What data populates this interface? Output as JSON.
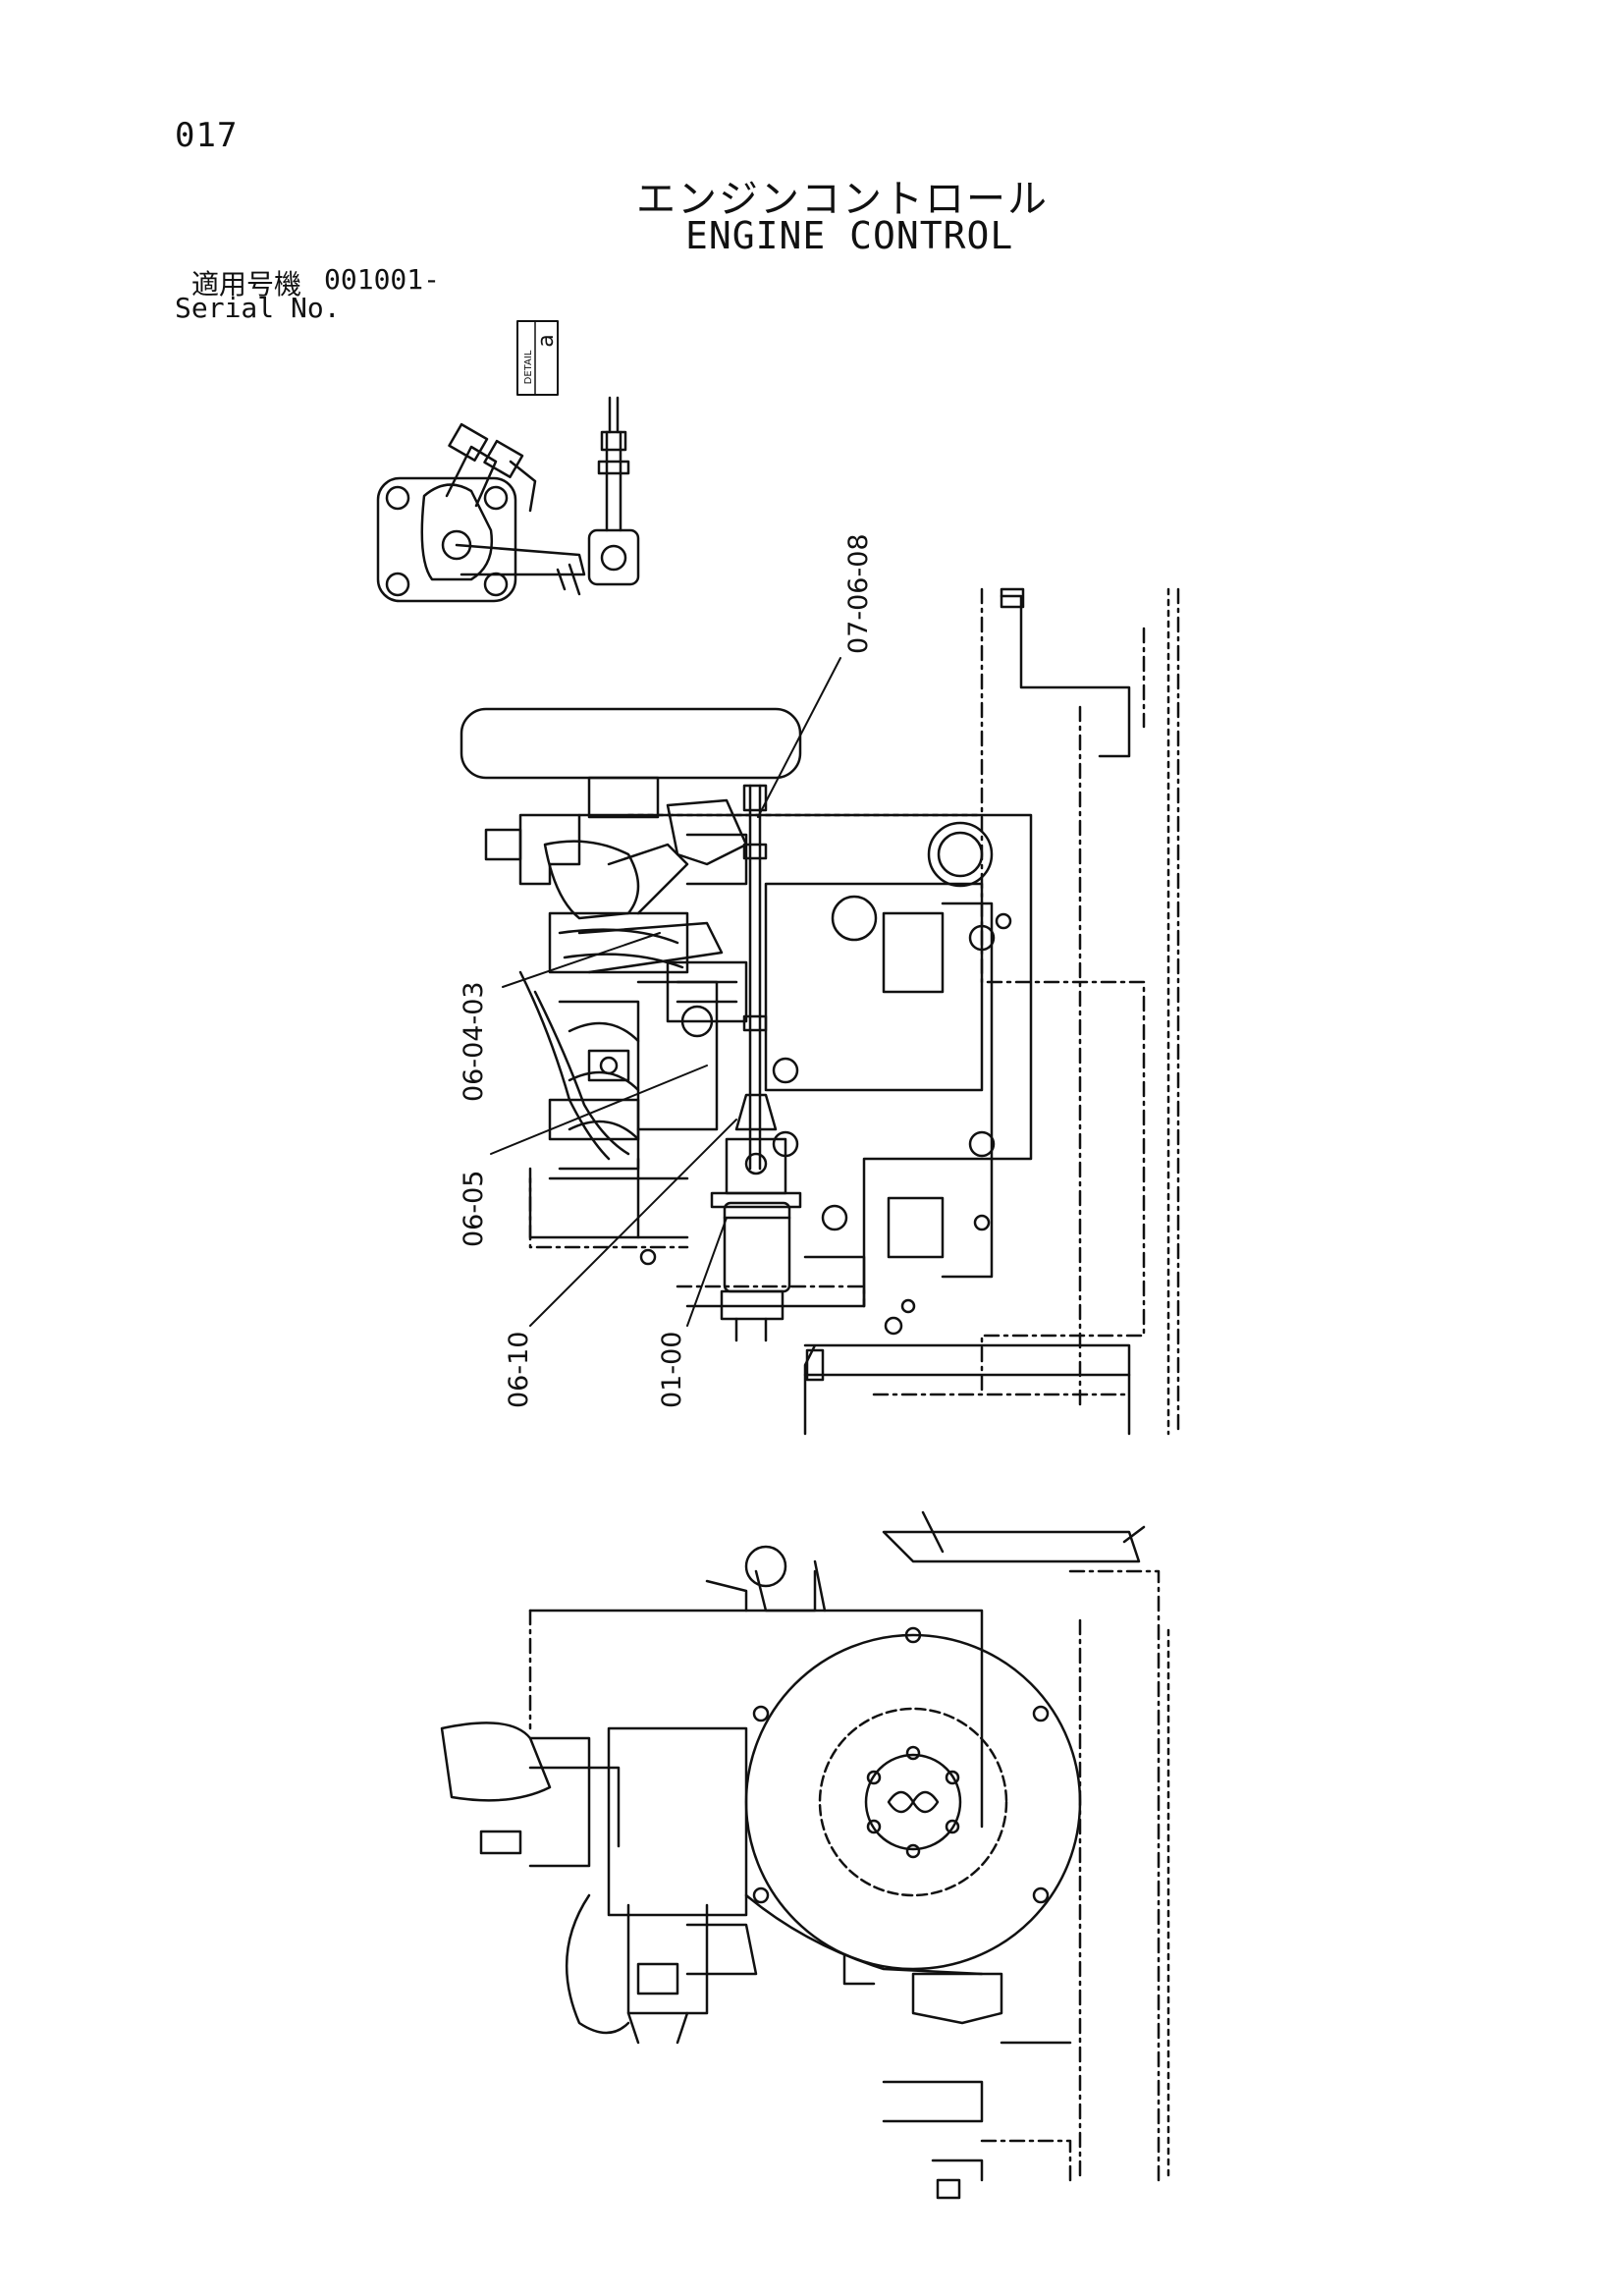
{
  "page": {
    "number": "017",
    "title_ja": "エンジンコントロール",
    "title_en": "ENGINE CONTROL"
  },
  "serial": {
    "label_ja": "適用号機",
    "value": "001001-",
    "label_en": "Serial No."
  },
  "detail_tag": {
    "label": "DETAIL",
    "letter": "a"
  },
  "callouts": [
    "07-06-08",
    "06-04-03",
    "06-05",
    "06-10",
    "01-00"
  ],
  "colors": {
    "ink": "#111111",
    "paper": "#ffffff"
  }
}
